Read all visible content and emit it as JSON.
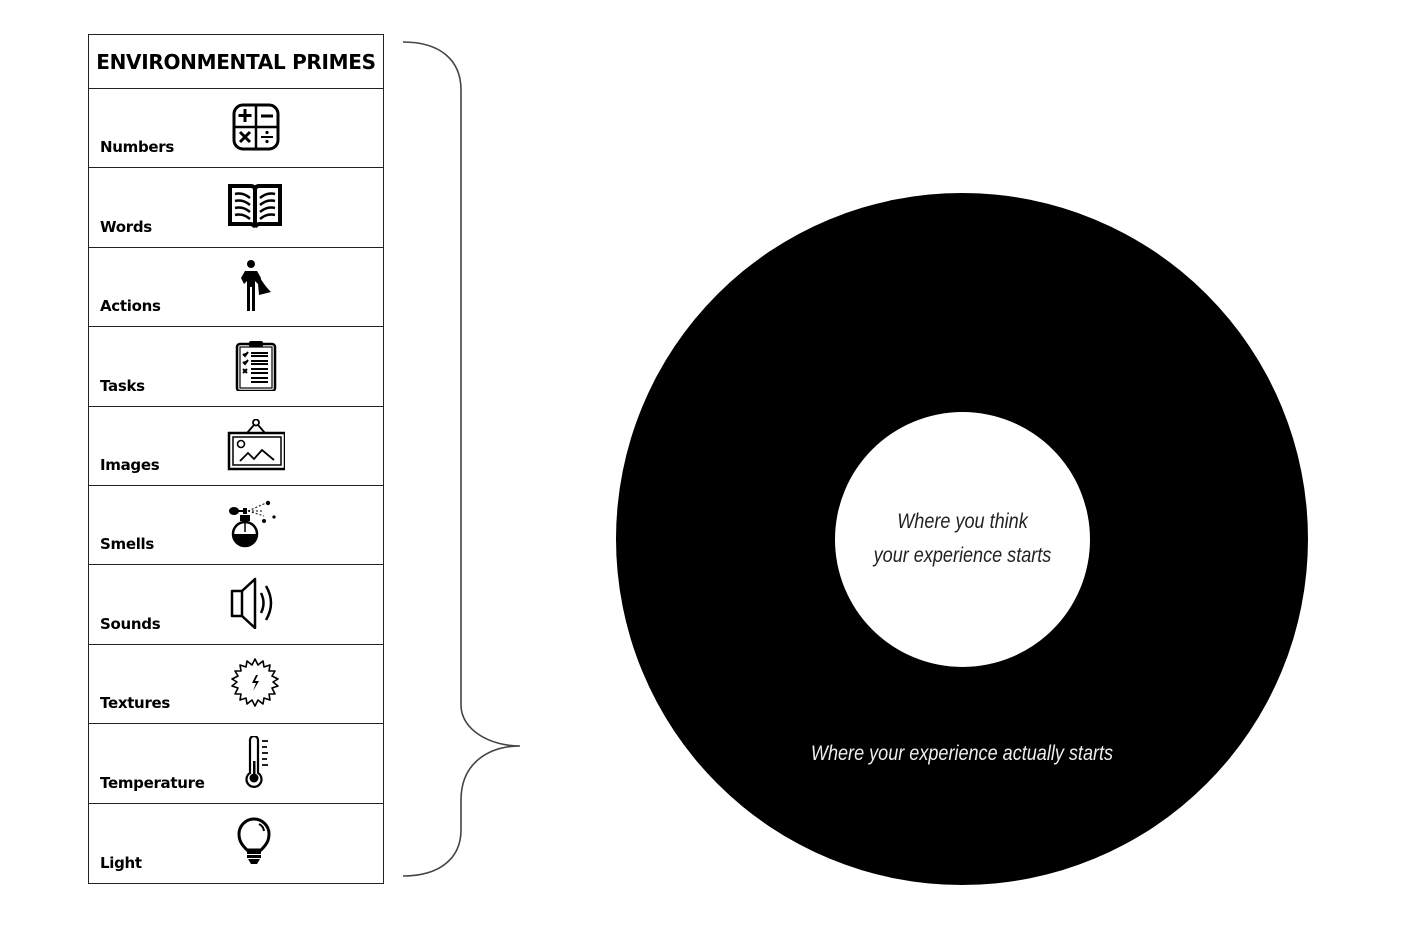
{
  "table": {
    "title": "ENVIRONMENTAL PRIMES",
    "rows": [
      {
        "label": "Numbers",
        "icon": "calculator-icon"
      },
      {
        "label": "Words",
        "icon": "open-book-icon"
      },
      {
        "label": "Actions",
        "icon": "superhero-icon"
      },
      {
        "label": "Tasks",
        "icon": "clipboard-checklist-icon"
      },
      {
        "label": "Images",
        "icon": "framed-picture-icon"
      },
      {
        "label": "Smells",
        "icon": "perfume-bottle-icon"
      },
      {
        "label": "Sounds",
        "icon": "speaker-icon"
      },
      {
        "label": "Textures",
        "icon": "spiky-texture-icon"
      },
      {
        "label": "Temperature",
        "icon": "thermometer-icon"
      },
      {
        "label": "Light",
        "icon": "light-bulb-icon"
      }
    ]
  },
  "diagram": {
    "inner_label_line1": "Where you think",
    "inner_label_line2": "your experience starts",
    "outer_label": "Where your experience actually starts",
    "colors": {
      "outer_disc": "#000000",
      "inner_disc": "#ffffff",
      "background": "#ffffff"
    }
  }
}
